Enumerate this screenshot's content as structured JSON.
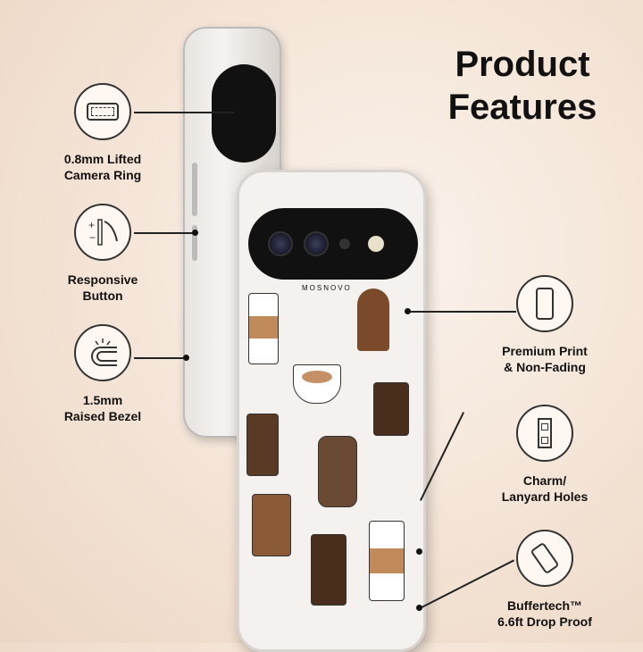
{
  "title": [
    "Product",
    "Features"
  ],
  "features_left": [
    {
      "label": [
        "0.8mm Lifted",
        "Camera Ring"
      ],
      "icon": "camera-ring-icon"
    },
    {
      "label": [
        "Responsive",
        "Button"
      ],
      "icon": "button-press-icon"
    },
    {
      "label": [
        "1.5mm",
        "Raised Bezel"
      ],
      "icon": "bezel-icon"
    }
  ],
  "features_right": [
    {
      "label": [
        "Premium Print",
        "& Non-Fading"
      ],
      "icon": "phone-print-icon"
    },
    {
      "label": [
        "Charm/",
        "Lanyard Holes"
      ],
      "icon": "lanyard-holes-icon"
    },
    {
      "label": [
        "Buffertech™",
        "6.6ft Drop Proof"
      ],
      "icon": "drop-proof-icon"
    }
  ],
  "brand": "MOSNOVO"
}
